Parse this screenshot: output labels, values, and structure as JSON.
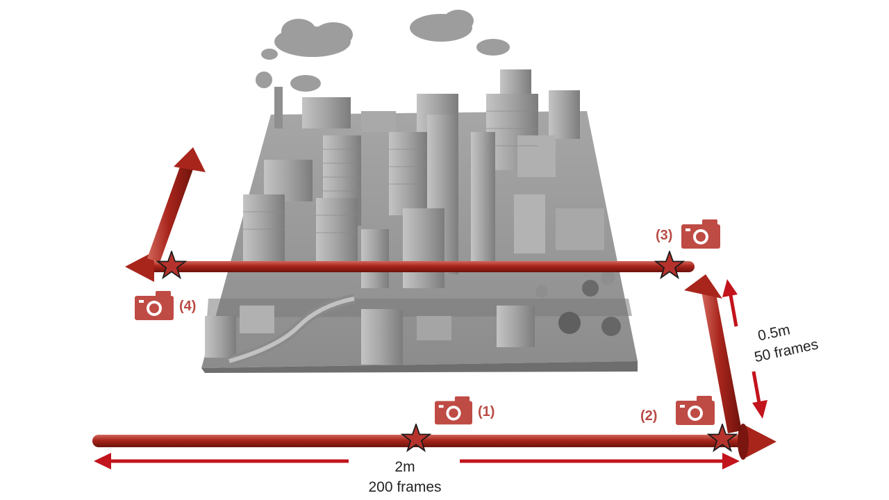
{
  "scene": {
    "model": "grey city block 3D model",
    "colors": {
      "rod": "#a8251c",
      "rod_highlight": "#d2675c",
      "rod_shadow": "#6d120c",
      "arrow_red": "#c2141c",
      "camera": "#bf4b45",
      "star": "#b5332c",
      "city": "#9b9b9b",
      "city_light": "#bcbcbc",
      "city_dark": "#6e6e6e"
    }
  },
  "cameras": [
    {
      "id": "cam-1",
      "label": "(1)",
      "icon": "camera-icon"
    },
    {
      "id": "cam-2",
      "label": "(2)",
      "icon": "camera-icon"
    },
    {
      "id": "cam-3",
      "label": "(3)",
      "icon": "camera-icon"
    },
    {
      "id": "cam-4",
      "label": "(4)",
      "icon": "camera-icon"
    }
  ],
  "measurements": {
    "horizontal": {
      "distance": "2m",
      "frames": "200 frames"
    },
    "vertical": {
      "distance": "0.5m",
      "frames": "50 frames"
    }
  }
}
